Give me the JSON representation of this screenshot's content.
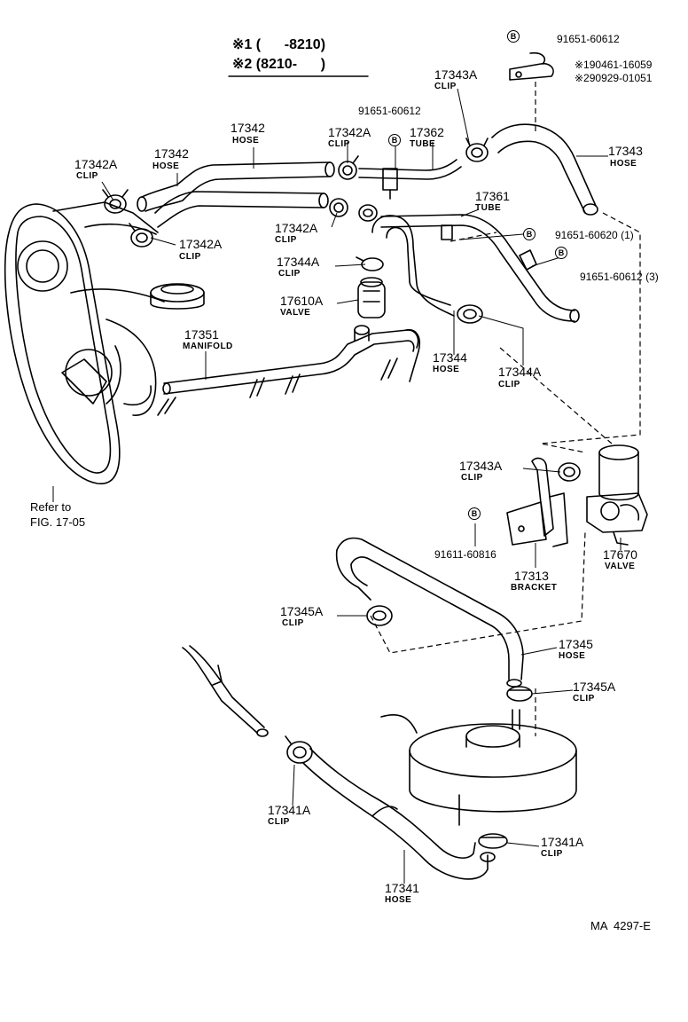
{
  "legend": {
    "row1_mark": "※1",
    "row1_range": "(      -8210)",
    "row2_mark": "※2",
    "row2_range": "(8210-      )"
  },
  "parts": {
    "p17342A_left_top": {
      "no": "17342A",
      "name": "CLIP"
    },
    "p17342_left": {
      "no": "17342",
      "name": "HOSE"
    },
    "p17342_top": {
      "no": "17342",
      "name": "HOSE"
    },
    "p17342A_mid_top": {
      "no": "17342A",
      "name": "CLIP"
    },
    "p17342A_left_bottom": {
      "no": "17342A",
      "name": "CLIP"
    },
    "p17342A_mid_bottom": {
      "no": "17342A",
      "name": "CLIP"
    },
    "p17362": {
      "no": "17362",
      "name": "TUBE"
    },
    "p17343A_top": {
      "no": "17343A",
      "name": "CLIP"
    },
    "p17343": {
      "no": "17343",
      "name": "HOSE"
    },
    "p17361": {
      "no": "17361",
      "name": "TUBE"
    },
    "p17344A_top": {
      "no": "17344A",
      "name": "CLIP"
    },
    "p17610A": {
      "no": "17610A",
      "name": "VALVE"
    },
    "p17351": {
      "no": "17351",
      "name": "MANIFOLD"
    },
    "p17344": {
      "no": "17344",
      "name": "HOSE"
    },
    "p17344A_bottom": {
      "no": "17344A",
      "name": "CLIP"
    },
    "p17343A_bottom": {
      "no": "17343A",
      "name": "CLIP"
    },
    "p17313": {
      "no": "17313",
      "name": "BRACKET"
    },
    "p17670": {
      "no": "17670",
      "name": "VALVE"
    },
    "p17345A_left": {
      "no": "17345A",
      "name": "CLIP"
    },
    "p17345": {
      "no": "17345",
      "name": "HOSE"
    },
    "p17345A_right": {
      "no": "17345A",
      "name": "CLIP"
    },
    "p17341A_left": {
      "no": "17341A",
      "name": "CLIP"
    },
    "p17341A_right": {
      "no": "17341A",
      "name": "CLIP"
    },
    "p17341": {
      "no": "17341",
      "name": "HOSE"
    }
  },
  "bolts": {
    "b1": {
      "mark": "B",
      "code": "91651-60612"
    },
    "b2_code1": "※190461-16059",
    "b2_code2": "※290929-01051",
    "b3": {
      "mark": "B",
      "code": "91651-60612"
    },
    "b4": {
      "mark": "B",
      "code": "91651-60620 (1)"
    },
    "b5": {
      "mark": "B",
      "code": "91651-60612 (3)"
    },
    "b6": {
      "mark": "B",
      "code": "91611-60816"
    }
  },
  "refer": {
    "line1": "Refer to",
    "line2": "FIG. 17-05"
  },
  "figure_id": "MA  4297-E"
}
